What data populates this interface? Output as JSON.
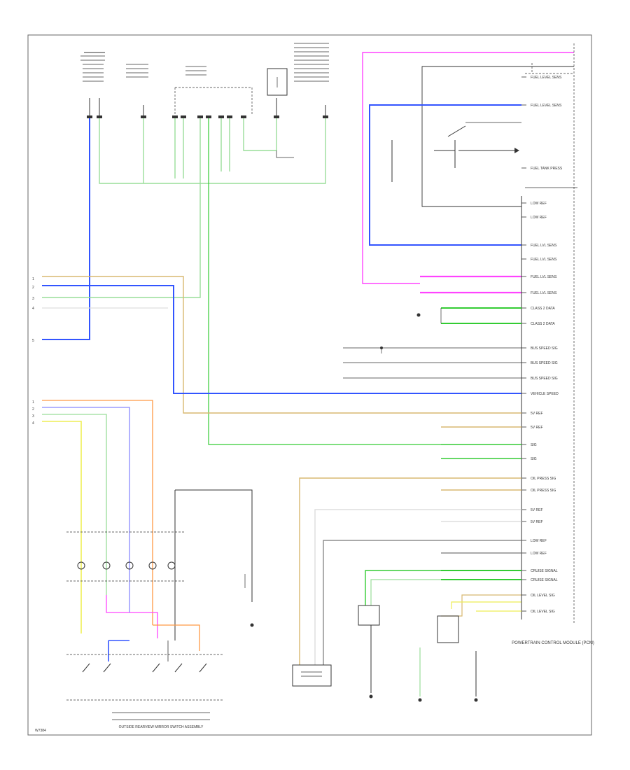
{
  "diagram": {
    "footer_code": "W7384",
    "colors": {
      "pink": "#ff44ff",
      "blue": "#3355ff",
      "green": "#33cc33",
      "light_green": "#99dd99",
      "tan": "#d8b870",
      "orange": "#ff9944",
      "yellow": "#eeee55",
      "purple": "#8888ff",
      "gray": "#777777",
      "black": "#333333"
    },
    "lower_group_label": "OUTSIDE REARVIEW MIRROR SWITCH ASSEMBLY",
    "right_module_label": "POWERTRAIN CONTROL MODULE (PCM)",
    "pin_labels": [
      "FUEL LEVEL SENS",
      "FUEL LEVEL SENS",
      "FUEL TANK PRESS",
      "LOW REF",
      "LOW REF",
      "FUEL LVL SENS",
      "FUEL LVL SENS",
      "FUEL LVL SENS",
      "FUEL LVL SENS",
      "CLASS 2 DATA",
      "CLASS 2 DATA",
      "BUS SPEED SIG",
      "BUS SPEED SIG",
      "BUS SPEED SIG",
      "VEHICLE SPEED",
      "5V REF",
      "5V REF",
      "SIG",
      "SIG",
      "OIL PRESS SIG",
      "OIL PRESS SIG",
      "5V REF",
      "5V REF",
      "LOW REF",
      "LOW REF",
      "CRUISE SIGNAL",
      "CRUISE SIGNAL",
      "OIL LEVEL SIG",
      "OIL LEVEL SIG"
    ]
  }
}
